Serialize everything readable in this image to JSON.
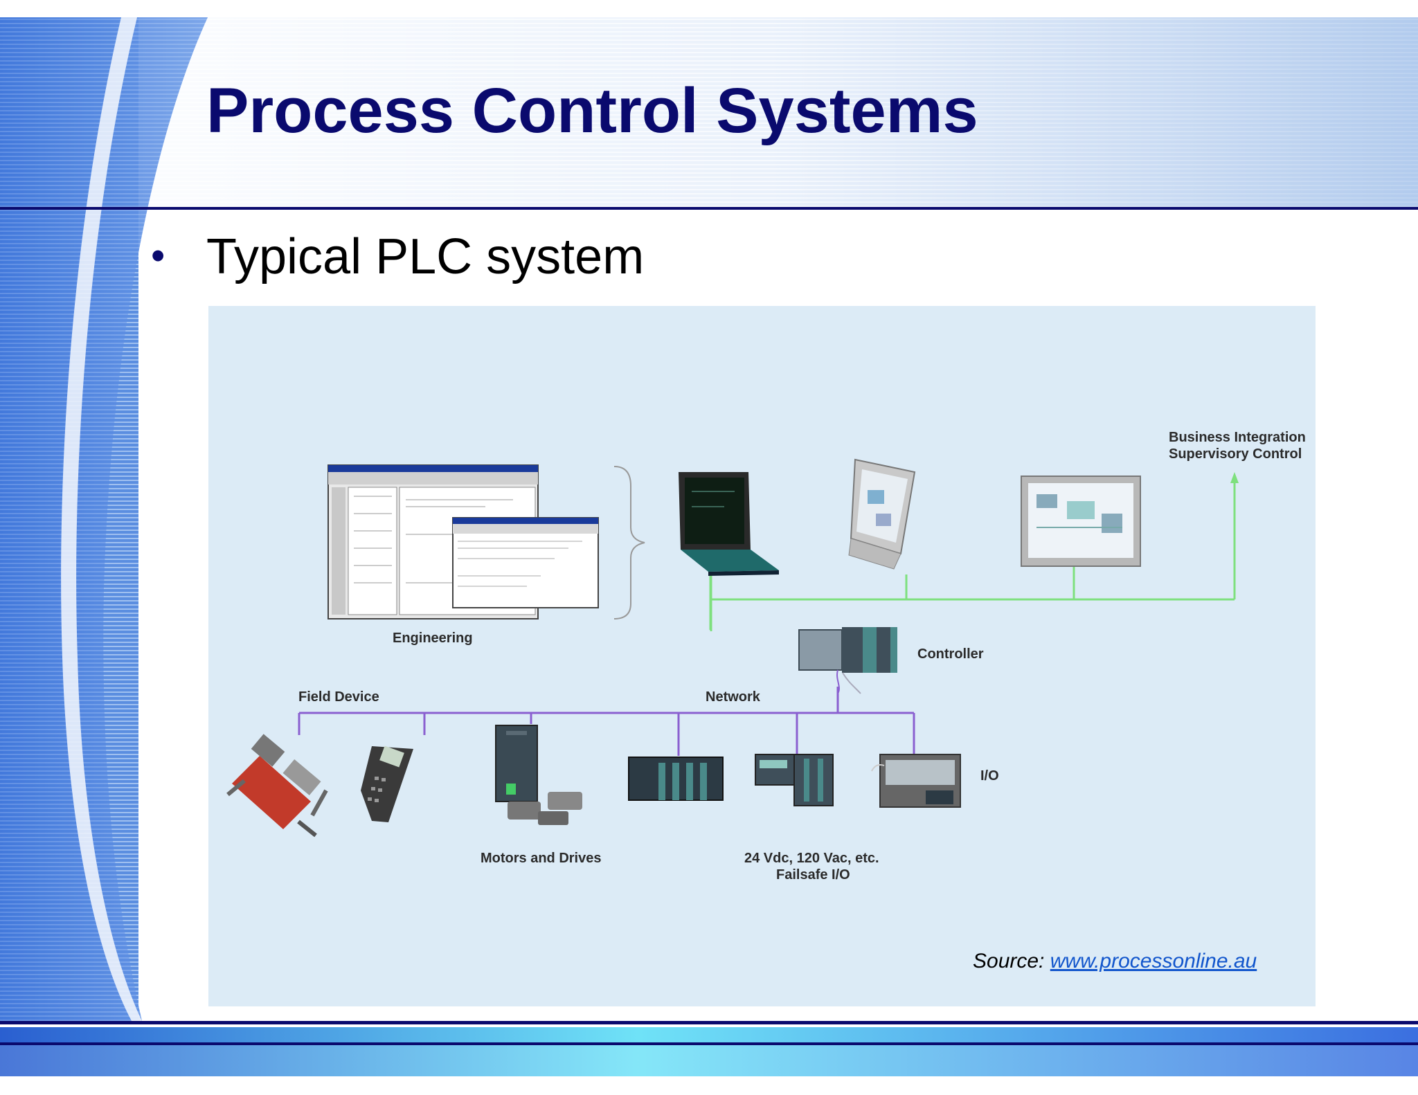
{
  "slide": {
    "title": "Process Control Systems",
    "bullet": "Typical PLC system"
  },
  "diagram": {
    "labels": {
      "engineering": "Engineering",
      "business_line1": "Business Integration",
      "business_line2": "Supervisory Control",
      "controller": "Controller",
      "field_device": "Field Device",
      "network": "Network",
      "motors_drives": "Motors and Drives",
      "io_line1": "24 Vdc, 120 Vac, etc.",
      "io_line2": "Failsafe I/O",
      "io": "I/O"
    },
    "colors": {
      "panel_background": "#dcebf6",
      "supervisory_bus": "#7ee07e",
      "field_network": "#8a5fd0",
      "title": "#0a0a6e"
    }
  },
  "source": {
    "prefix": "Source: ",
    "link_text": "www.processonline.au"
  }
}
